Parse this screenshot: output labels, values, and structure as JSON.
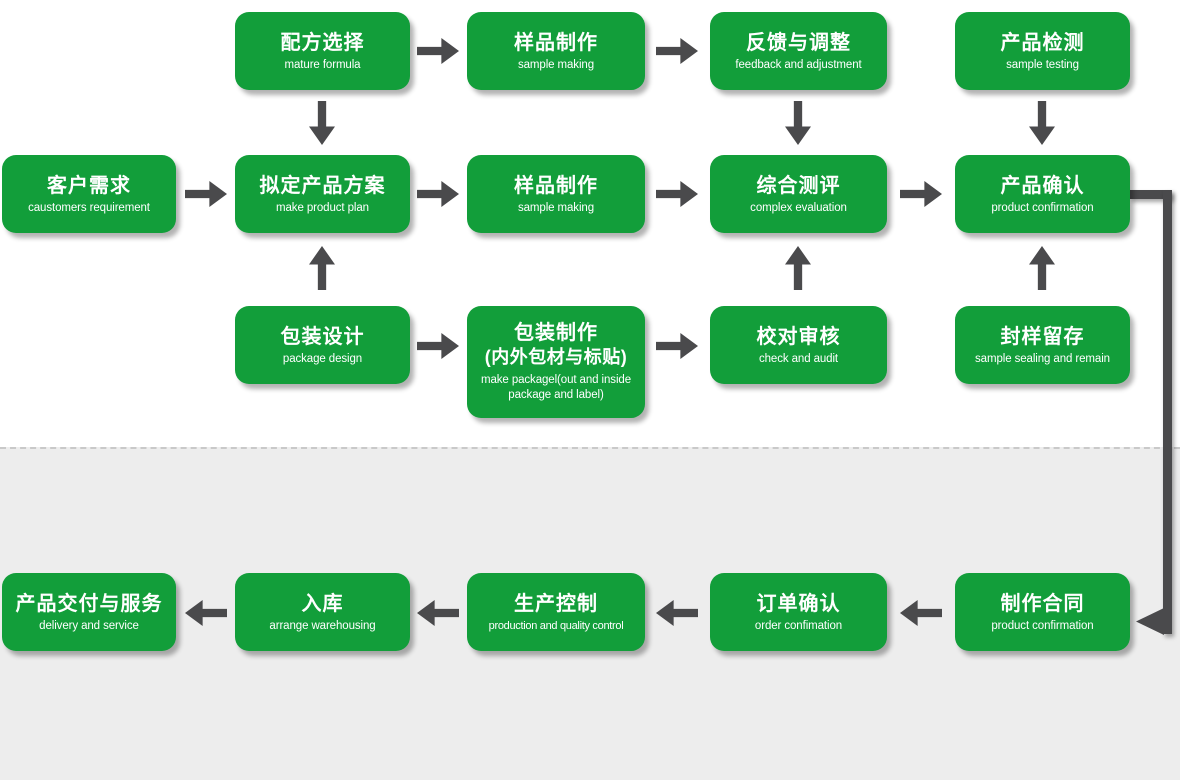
{
  "style": {
    "box_green": "#129e3a",
    "arrow_gray": "#4a4a4c",
    "lower_background": "#ededed",
    "divider_color": "#c9c9c9",
    "text_color": "#ffffff"
  },
  "icons": {
    "arrow_right": "block-arrow-right",
    "arrow_left": "block-arrow-left",
    "arrow_up": "block-arrow-up",
    "arrow_down": "block-arrow-down",
    "loop_connector": "elbow-line-with-left-arrowhead"
  },
  "nodes": {
    "mature_formula": {
      "zh": "配方选择",
      "en": "mature formula"
    },
    "sample_making_top": {
      "zh": "样品制作",
      "en": "sample making"
    },
    "feedback_adjustment": {
      "zh": "反馈与调整",
      "en": "feedback and adjustment"
    },
    "sample_testing": {
      "zh": "产品检测",
      "en": "sample testing"
    },
    "customer_requirement": {
      "zh": "客户需求",
      "en": "caustomers requirement"
    },
    "make_product_plan": {
      "zh": "拟定产品方案",
      "en": "make product plan"
    },
    "sample_making_mid": {
      "zh": "样品制作",
      "en": "sample making"
    },
    "complex_evaluation": {
      "zh": "综合测评",
      "en": "complex evaluation"
    },
    "product_confirmation": {
      "zh": "产品确认",
      "en": "product confirmation"
    },
    "package_design": {
      "zh": "包装设计",
      "en": "package design"
    },
    "package_making": {
      "zh_line1": "包装制作",
      "zh_line2": "(内外包材与标贴)",
      "en": "make packagel(out and inside package and label)"
    },
    "check_audit": {
      "zh": "校对审核",
      "en": "check and audit"
    },
    "sample_sealing": {
      "zh": "封样留存",
      "en": "sample sealing and remain"
    },
    "make_contract": {
      "zh": "制作合同",
      "en": "product confirmation"
    },
    "order_confirmation": {
      "zh": "订单确认",
      "en": "order confimation"
    },
    "production_control": {
      "zh": "生产控制",
      "en": "production and quality control"
    },
    "warehousing": {
      "zh": "入库",
      "en": "arrange warehousing"
    },
    "delivery_service": {
      "zh": "产品交付与服务",
      "en": "delivery and service"
    }
  }
}
